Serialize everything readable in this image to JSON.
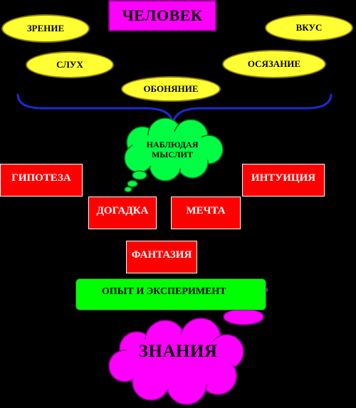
{
  "diagram": {
    "title": "ЧЕЛОВЕК",
    "senses": [
      "ЗРЕНИЕ",
      "ВКУС",
      "СЛУХ",
      "ОСЯЗАНИЕ",
      "ОБОНЯНИЕ"
    ],
    "thought_cloud": [
      "НАБЛЮДАЯ",
      "МЫСЛИТ"
    ],
    "methods": [
      "ГИПОТЕЗА",
      "ИНТУИЦИЯ",
      "ДОГАДКА",
      "МЕЧТА",
      "ФАНТАЗИЯ"
    ],
    "experiment": "ОПЫТ И ЭКСПЕРИМЕНТ",
    "result": "ЗНАНИЯ"
  },
  "colors": {
    "background": "#000000",
    "title_fill": "#ff00ff",
    "sense_fill": "#ffff33",
    "brace": "#1a2bd6",
    "thought_fill": "#00ff44",
    "method_fill": "#ff0000",
    "experiment_fill": "#00ff00",
    "result_fill": "#ff00ff"
  }
}
